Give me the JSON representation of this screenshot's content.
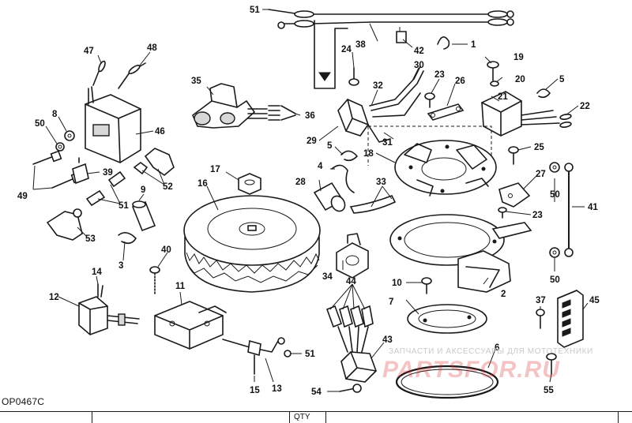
{
  "figure_code": "OP0467C",
  "watermark": {
    "line": "ЗАПЧАСТИ И АКСЕССУАРЫ ДЛЯ МОТОТЕХНИКИ",
    "logo": "PARTSFOR.RU"
  },
  "table_header": {
    "qty": "QTY"
  },
  "callouts": {
    "c1": "1",
    "c2": "2",
    "c3": "3",
    "c4": "4",
    "c5a": "5",
    "c5b": "5",
    "c6": "6",
    "c7": "7",
    "c8": "8",
    "c9": "9",
    "c10": "10",
    "c11": "11",
    "c12": "12",
    "c13": "13",
    "c14": "14",
    "c15": "15",
    "c16": "16",
    "c17": "17",
    "c18": "18",
    "c19": "19",
    "c20": "20",
    "c21": "21",
    "c22": "22",
    "c23a": "23",
    "c23b": "23",
    "c24": "24",
    "c25": "25",
    "c26": "26",
    "c27": "27",
    "c28": "28",
    "c29": "29",
    "c30": "30",
    "c31": "31",
    "c32": "32",
    "c33": "33",
    "c34": "34",
    "c35": "35",
    "c36": "36",
    "c37": "37",
    "c38": "38",
    "c39": "39",
    "c40": "40",
    "c41": "41",
    "c42": "42",
    "c43": "43",
    "c44": "44",
    "c45": "45",
    "c46": "46",
    "c47": "47",
    "c48": "48",
    "c49": "49",
    "c50a": "50",
    "c50b": "50",
    "c50c": "50",
    "c51a": "51",
    "c51b": "51",
    "c51c": "51",
    "c52": "52",
    "c53": "53",
    "c54": "54",
    "c55": "55"
  }
}
